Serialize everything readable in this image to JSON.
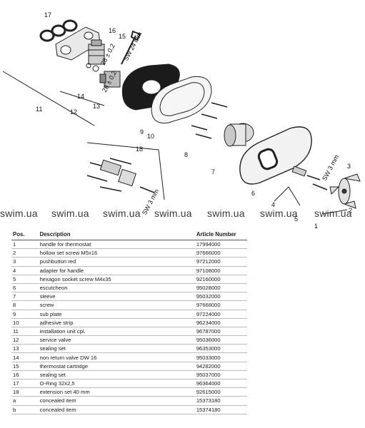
{
  "diagram": {
    "callouts": [
      "17",
      "16",
      "15",
      "14",
      "13",
      "12",
      "11",
      "9",
      "10",
      "8",
      "7",
      "6",
      "5",
      "4",
      "3",
      "2",
      "1",
      "18"
    ],
    "sw_labels": [
      "SW 24 mm",
      "SW 3 mm",
      "SW 3 mm"
    ],
    "cartridge_marks": [
      "28 ± 0,2",
      "28 ± 0,2"
    ]
  },
  "watermarks": [
    "swim.ua",
    "swim.ua",
    "swim.ua",
    "swim.ua",
    "swim.ua",
    "swim.ua",
    "swim.ua"
  ],
  "table": {
    "headers": {
      "pos": "Pos.",
      "description": "Description",
      "article": "Article Number"
    },
    "rows": [
      {
        "pos": "1",
        "description": "handle for thermostat",
        "article": "17994000"
      },
      {
        "pos": "2",
        "description": "hollow set screw M5x16",
        "article": "97666000"
      },
      {
        "pos": "3",
        "description": "pushbutton red",
        "article": "97212000"
      },
      {
        "pos": "4",
        "description": "adapter for handle",
        "article": "97108000"
      },
      {
        "pos": "5",
        "description": "hexagon socket screw M4x35",
        "article": "92160000"
      },
      {
        "pos": "6",
        "description": "escutcheon",
        "article": "95028000"
      },
      {
        "pos": "7",
        "description": "sleeve",
        "article": "95032000"
      },
      {
        "pos": "8",
        "description": "screw",
        "article": "97668000"
      },
      {
        "pos": "9",
        "description": "sub plate",
        "article": "97224000"
      },
      {
        "pos": "10",
        "description": "adhesive strip",
        "article": "96234000"
      },
      {
        "pos": "11",
        "description": "installation unit cpl.",
        "article": "96787000"
      },
      {
        "pos": "12",
        "description": "service valve",
        "article": "95036000"
      },
      {
        "pos": "13",
        "description": "sealing set",
        "article": "96353000"
      },
      {
        "pos": "14",
        "description": "non return valve DW 16",
        "article": "95033000"
      },
      {
        "pos": "15",
        "description": "thermostat cartridge",
        "article": "94282000"
      },
      {
        "pos": "16",
        "description": "sealing set",
        "article": "95037000"
      },
      {
        "pos": "17",
        "description": "O-Ring 32x2,5",
        "article": "96364000"
      },
      {
        "pos": "18",
        "description": "extension set 40 mm",
        "article": "92615000"
      },
      {
        "pos": "a",
        "description": "concealed item",
        "article": "15373180"
      },
      {
        "pos": "b",
        "description": "concealed item",
        "article": "15374180"
      }
    ]
  }
}
